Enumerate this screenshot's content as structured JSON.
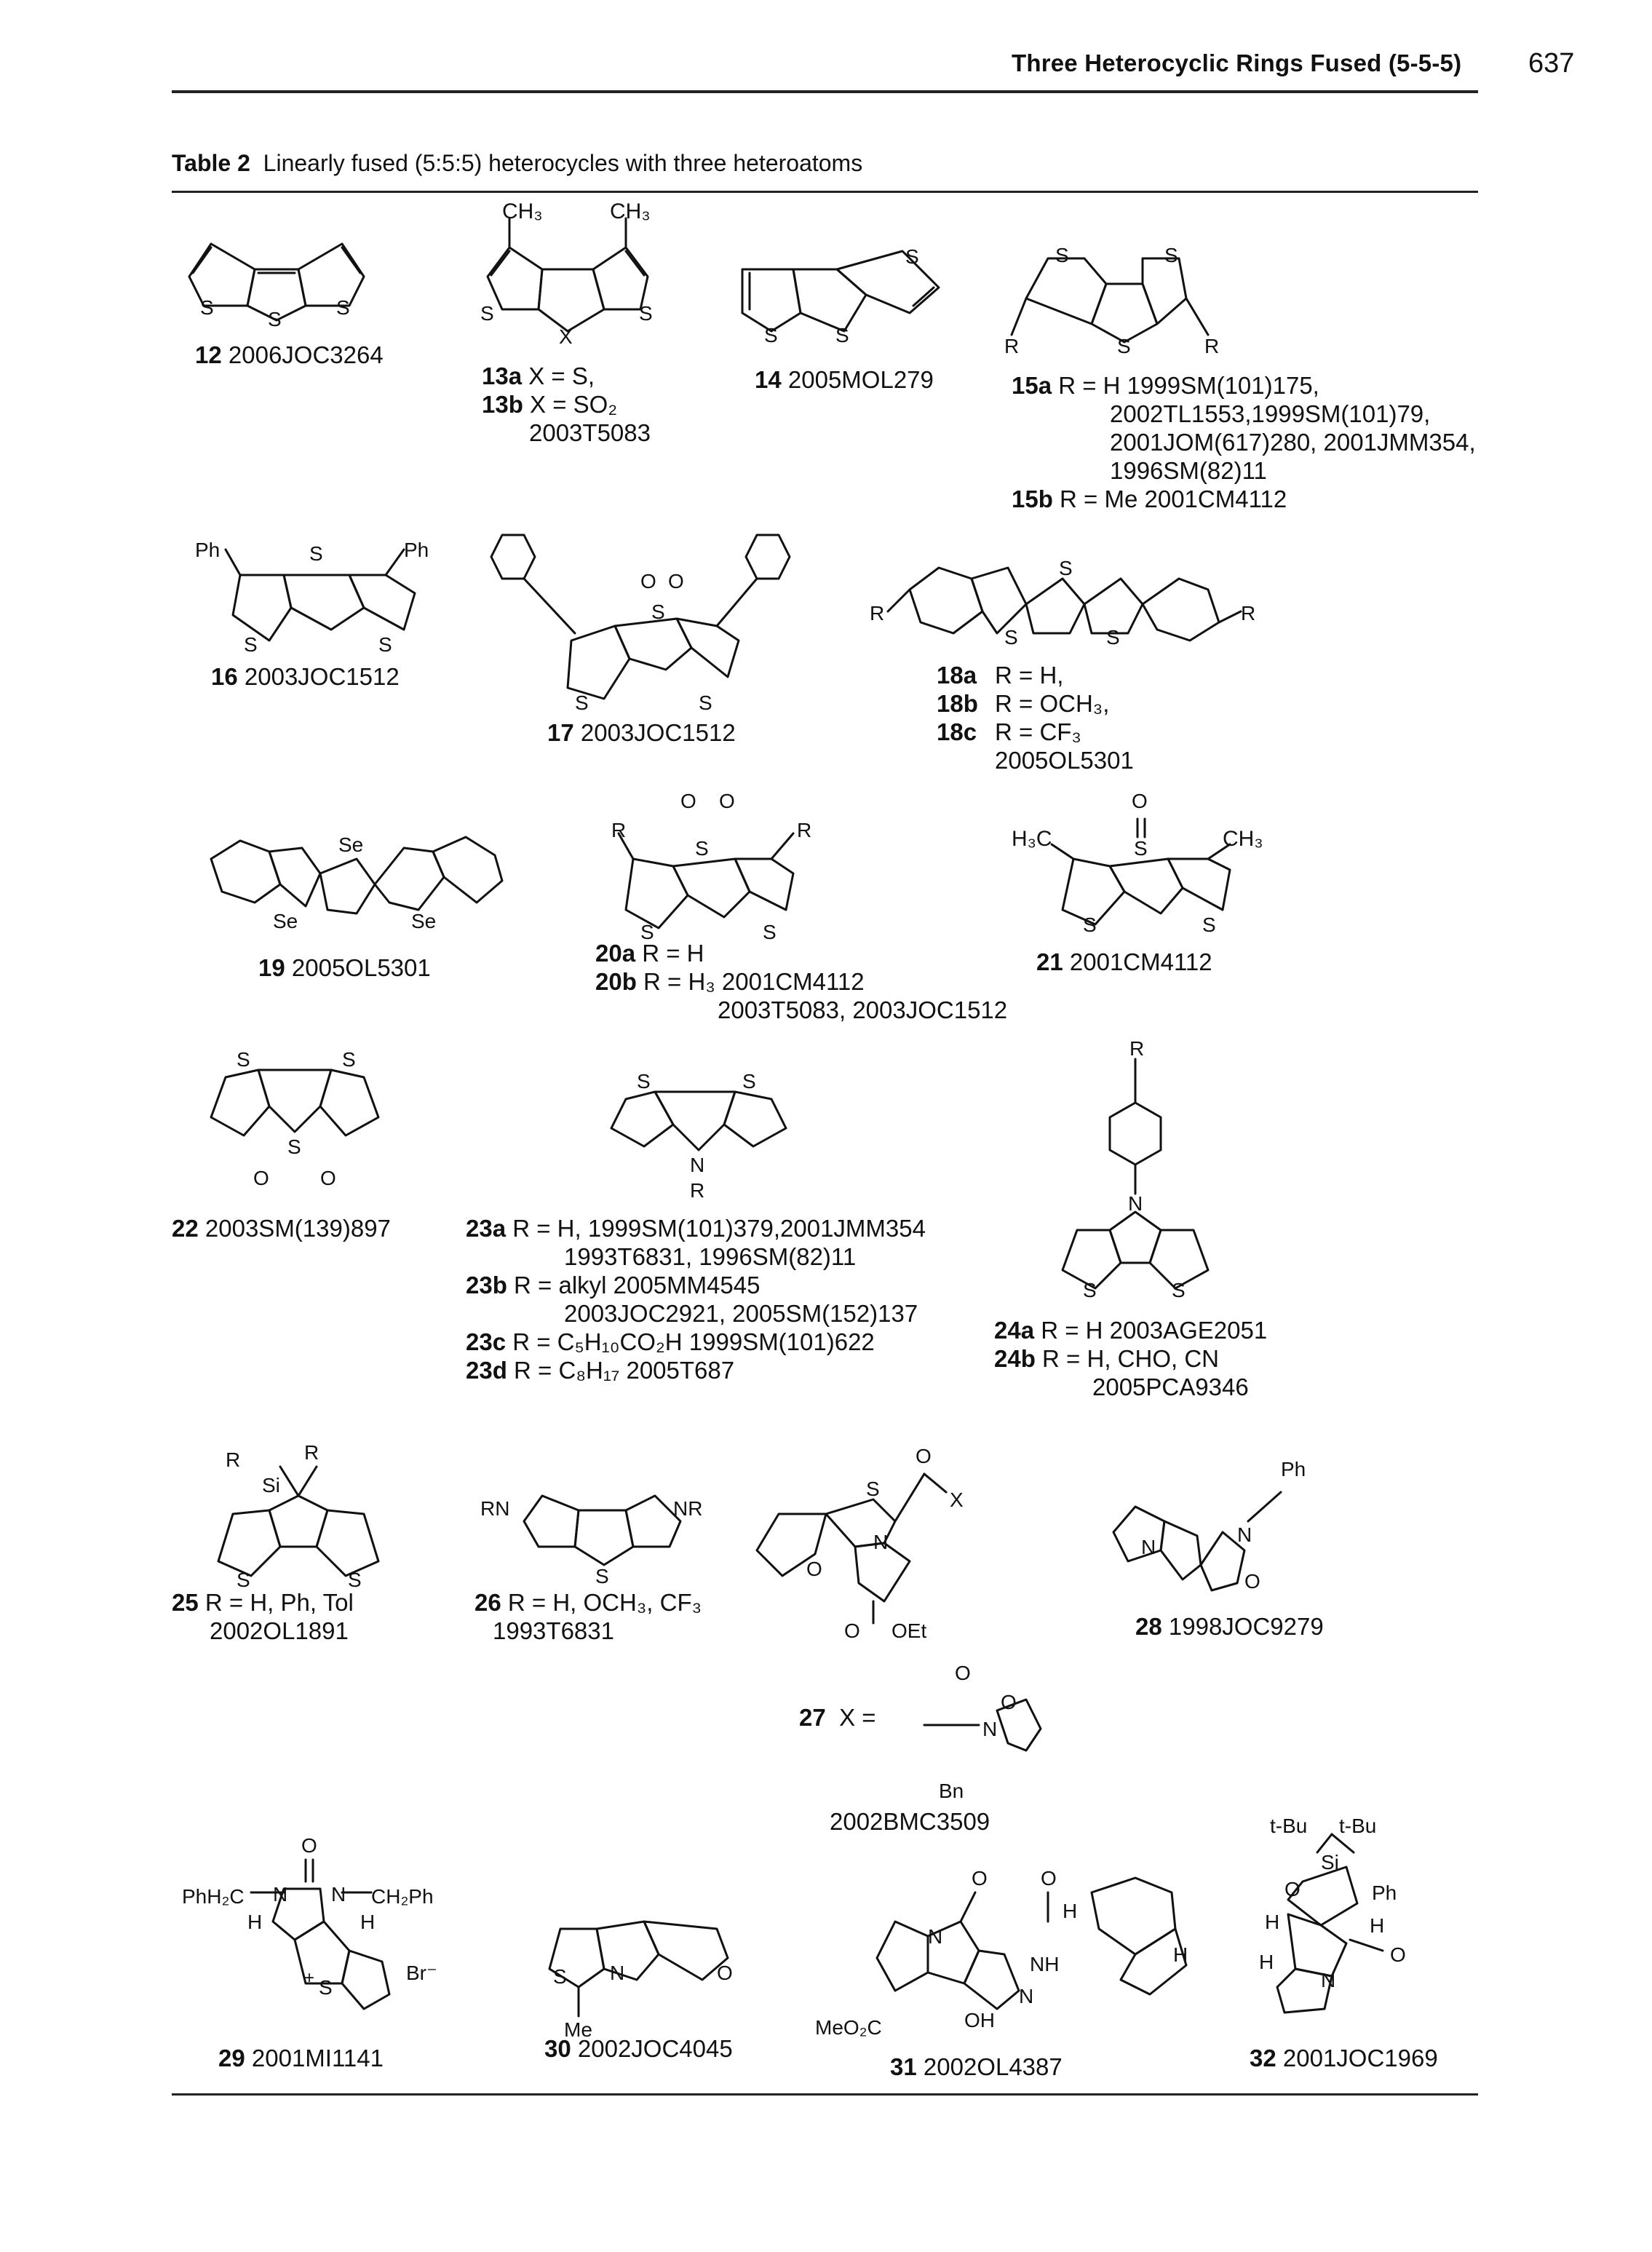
{
  "header": {
    "title": "Three Heterocyclic Rings Fused (5-5-5)",
    "page": "637"
  },
  "caption": {
    "label": "Table 2",
    "text": "Linearly fused (5:5:5) heterocycles with three heteroatoms"
  },
  "compounds": {
    "c12": {
      "id": "12",
      "ref": "2006JOC3264"
    },
    "c13": {
      "line1_id": "13a",
      "line1": "X = S,",
      "line2_id": "13b",
      "line2": "X = SO₂",
      "ref": "2003T5083"
    },
    "c14": {
      "id": "14",
      "ref": "2005MOL279"
    },
    "c15": {
      "line1_id": "15a",
      "line1": "R = H 1999SM(101)175,",
      "ref2": "2002TL1553,1999SM(101)79,",
      "ref3": "2001JOM(617)280, 2001JMM354,",
      "ref4": "1996SM(82)11",
      "line2_id": "15b",
      "line2": "R = Me 2001CM4112"
    },
    "c16": {
      "id": "16",
      "ref": "2003JOC1512"
    },
    "c17": {
      "id": "17",
      "ref": "2003JOC1512"
    },
    "c18": {
      "a_id": "18a",
      "a": "R = H,",
      "b_id": "18b",
      "b": "R = OCH₃,",
      "c_id": "18c",
      "c": "R = CF₃",
      "ref": "2005OL5301"
    },
    "c19": {
      "id": "19",
      "ref": "2005OL5301"
    },
    "c20": {
      "a_id": "20a",
      "a": "R = H",
      "b_id": "20b",
      "b": "R = H₃ 2001CM4112",
      "ref": "2003T5083, 2003JOC1512"
    },
    "c21": {
      "id": "21",
      "ref": "2001CM4112"
    },
    "c22": {
      "id": "22",
      "ref": "2003SM(139)897"
    },
    "c23": {
      "a_id": "23a",
      "a": "R = H, 1999SM(101)379,2001JMM354",
      "a2": "1993T6831, 1996SM(82)11",
      "b_id": "23b",
      "b": "R = alkyl 2005MM4545",
      "b2": "2003JOC2921, 2005SM(152)137",
      "c_id": "23c",
      "c": "R = C₅H₁₀CO₂H 1999SM(101)622",
      "d_id": "23d",
      "d": "R = C₈H₁₇ 2005T687"
    },
    "c24": {
      "a_id": "24a",
      "a": "R = H 2003AGE2051",
      "b_id": "24b",
      "b": "R = H, CHO, CN",
      "ref": "2005PCA9346"
    },
    "c25": {
      "id": "25",
      "text": "R = H, Ph, Tol",
      "ref": "2002OL1891"
    },
    "c26": {
      "id": "26",
      "text": "R = H, OCH₃, CF₃",
      "ref": "1993T6831"
    },
    "c27": {
      "id": "27",
      "x_label": "X =",
      "ref": "2002BMC3509"
    },
    "c28": {
      "id": "28",
      "ref": "1998JOC9279"
    },
    "c29": {
      "id": "29",
      "ref": "2001MI1141"
    },
    "c30": {
      "id": "30",
      "ref": "2002JOC4045"
    },
    "c31": {
      "id": "31",
      "ref": "2002OL4387"
    },
    "c32": {
      "id": "32",
      "ref": "2001JOC1969"
    }
  },
  "atoms": {
    "S": "S",
    "X": "X",
    "R": "R",
    "N": "N",
    "O": "O",
    "Se": "Se",
    "Si": "Si",
    "Ph": "Ph",
    "Me": "Me",
    "H": "H",
    "X2": "X",
    "OEt": "OEt",
    "Bn": "Bn",
    "CH3": "CH₃",
    "H3C": "H₃C",
    "RN": "RN",
    "NR": "NR",
    "NH": "NH",
    "OH": "OH",
    "MeO2C": "MeO₂C",
    "tBu": "t-Bu",
    "Br": "Br⁻",
    "PhH2C": "PhH₂C",
    "CH2Ph": "CH₂Ph",
    "plus": "+"
  }
}
